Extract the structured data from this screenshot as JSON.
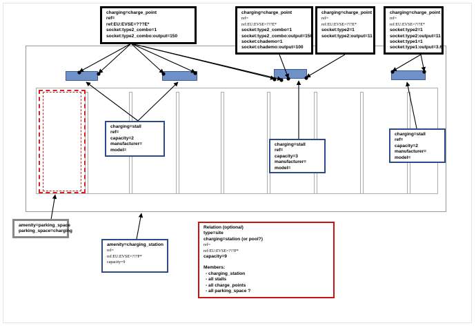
{
  "charge_points": [
    {
      "title": "charging=charge_point",
      "lines": [
        "ref=",
        "ref:EU:EVSE=???E*",
        "socket:type2_combo=1",
        "socket:type2_combo:output=150"
      ]
    },
    {
      "title": "charging=charge_point",
      "ref": "ref=",
      "evse": "ref:EU:EVSE=???E*",
      "lines": [
        "socket:type2_combo=1",
        "socket:type2_combo:output=150",
        "socket:chademo=1",
        "socket:chademo:output=100"
      ]
    },
    {
      "title": "charging=charge_point",
      "ref": "ref=",
      "evse": "ref:EU:EVSE=???E*",
      "lines": [
        "socket:type2=1",
        "socket:type2:output=11"
      ]
    },
    {
      "title": "charging=charge_point",
      "ref": "ref=",
      "evse": "ref:EU:EVSE=???E*",
      "lines": [
        "socket:type2=1",
        "socket:type2:output=11",
        "socket:type1=1",
        "socket:type1:output=3.6"
      ]
    }
  ],
  "stalls": [
    {
      "lines": [
        "charging=stall",
        "ref=",
        "capacity=2",
        "manufacturer=",
        "model="
      ]
    },
    {
      "lines": [
        "charging=stall",
        "ref=",
        "capacity=3",
        "manufacturer=",
        "model="
      ]
    },
    {
      "lines": [
        "charging=stall",
        "ref=",
        "capacity=2",
        "manufacturer=",
        "model="
      ]
    }
  ],
  "parking": {
    "lines": [
      "amenity=parking_space",
      "parking_space=charging"
    ]
  },
  "station": {
    "title": "amenity=charging_station",
    "ref": "ref=",
    "evse": "ref:EU:EVSE=???P*",
    "capacity": "capacity=9"
  },
  "relation": {
    "title": "Relation (optional)",
    "type": "type=site",
    "charging": "charging=station (or pool?)",
    "ref": "ref=",
    "evse": "ref:EU:EVSE=???P*",
    "capacity": "capacity=9",
    "members_title": "Members:",
    "members": [
      "- charging_station",
      "- all stalls",
      "- all charge_points",
      "- all parking_space ?"
    ]
  },
  "colors": {
    "device_fill": "#7090c8",
    "stall_border": "#2a4a8a",
    "relation_border": "#cc1111",
    "parking_border": "#888888",
    "selected_space": "#d42020"
  }
}
